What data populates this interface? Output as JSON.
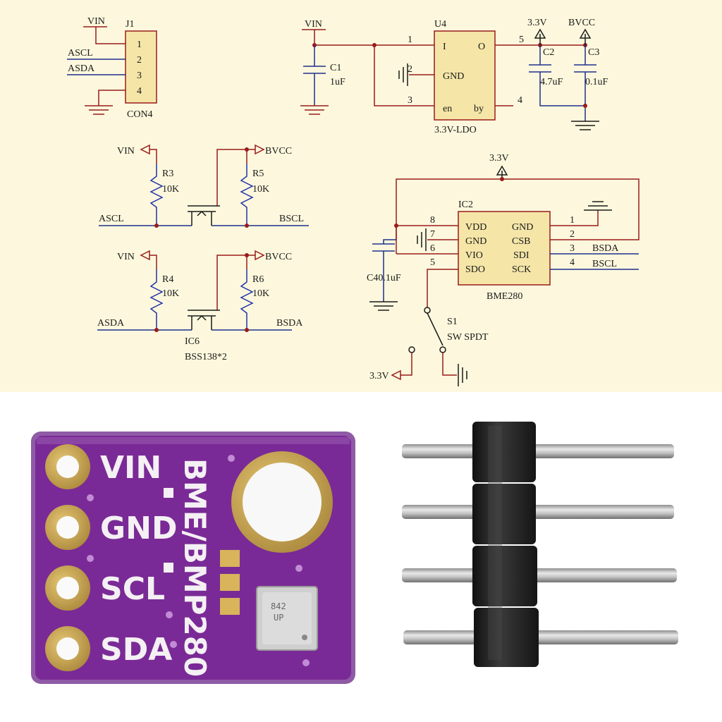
{
  "colors": {
    "schematic_bg": "#fdf8dd",
    "wire_red": "#9a1b1b",
    "wire_blue": "#1f2f8f",
    "resistor_blue": "#2233aa",
    "chip_fill": "#f5e6a8",
    "pcb_purple": "#7a2a96",
    "gold": "#c9a54a",
    "silk_white": "#f4f0f4",
    "header_black": "#1c1c1c",
    "pin_silver": "#b9b9b9"
  },
  "schematic": {
    "j1": {
      "ref": "J1",
      "name": "CON4",
      "pins": [
        "1",
        "2",
        "3",
        "4"
      ],
      "nets": [
        "VIN",
        "ASCL",
        "ASDA"
      ]
    },
    "regulator": {
      "ref": "U4",
      "name": "3.3V-LDO",
      "pin_in": "I",
      "pin_out": "O",
      "pin_gnd": "GND",
      "pin_en": "en",
      "pin_by": "by",
      "pin_nums": [
        "1",
        "2",
        "3",
        "4",
        "5"
      ],
      "input_net": "VIN",
      "c1_ref": "C1",
      "c1_val": "1uF",
      "c2_ref": "C2",
      "c2_val": "4.7uF",
      "c3_ref": "C3",
      "c3_val": "0.1uF",
      "out_net_a": "3.3V",
      "out_net_b": "BVCC"
    },
    "level_shifter": {
      "vin": "VIN",
      "bvcc": "BVCC",
      "r3_ref": "R3",
      "r3_val": "10K",
      "r5_ref": "R5",
      "r5_val": "10K",
      "r4_ref": "R4",
      "r4_val": "10K",
      "r6_ref": "R6",
      "r6_val": "10K",
      "ascl": "ASCL",
      "bscl": "BSCL",
      "asda": "ASDA",
      "bsda": "BSDA",
      "ic_ref": "IC6",
      "ic_name": "BSS138*2"
    },
    "sensor": {
      "ref": "IC2",
      "name": "BME280",
      "top_net": "3.3V",
      "left_pins": [
        {
          "num": "8",
          "label": "VDD"
        },
        {
          "num": "7",
          "label": "GND"
        },
        {
          "num": "6",
          "label": "VIO"
        },
        {
          "num": "5",
          "label": "SDO"
        }
      ],
      "right_pins": [
        {
          "num": "1",
          "label": "GND"
        },
        {
          "num": "2",
          "label": "CSB"
        },
        {
          "num": "3",
          "label": "SDI"
        },
        {
          "num": "4",
          "label": "SCK"
        }
      ],
      "net_bsda": "BSDA",
      "net_bscl": "BSCL",
      "c4_label": "C40.1uF",
      "switch_ref": "S1",
      "switch_name": "SW SPDT",
      "switch_net": "3.3V"
    }
  },
  "board": {
    "pin_labels": [
      "VIN",
      "GND",
      "SCL",
      "SDA"
    ],
    "title": "BME/BMP280",
    "sensor_marking_1": "842",
    "sensor_marking_2": "UP"
  }
}
